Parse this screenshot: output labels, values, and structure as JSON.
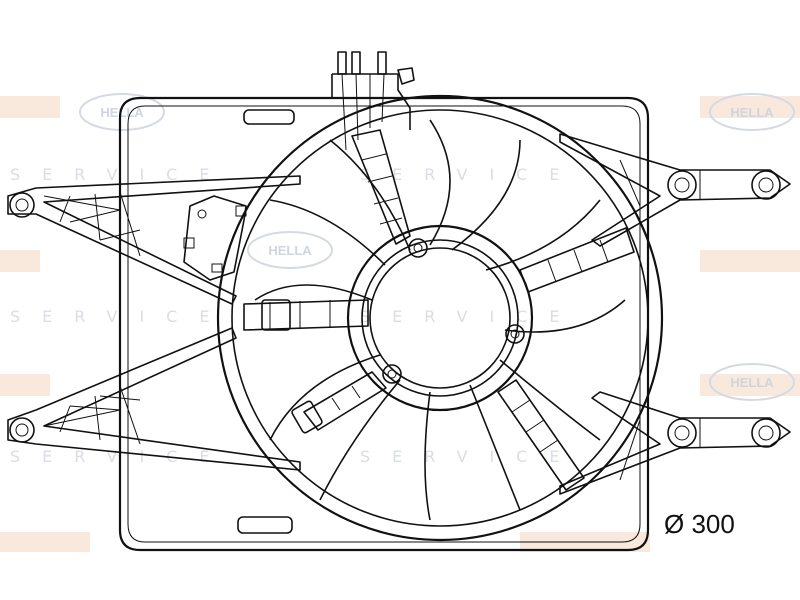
{
  "diagram": {
    "dimension_label": "Ø 300"
  },
  "watermark": {
    "brand": "HELLA",
    "service_text": "SERVICE"
  },
  "colors": {
    "line": "#111111",
    "watermark_blue": "#d5dae2",
    "watermark_orange": "#f8e9dc"
  }
}
